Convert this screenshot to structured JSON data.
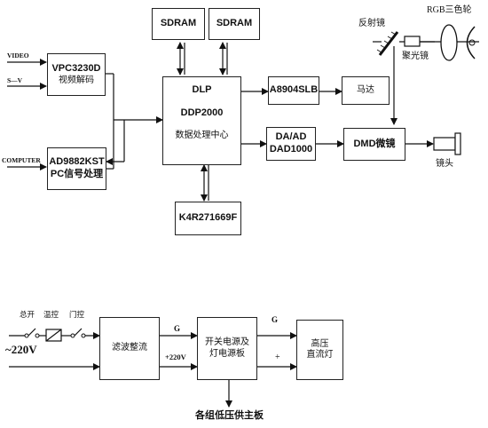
{
  "inputs": {
    "video": "VIDEO",
    "s_video": "S—V",
    "computer": "COMPUTER"
  },
  "blocks": {
    "vpc": {
      "line1": "VPC3230D",
      "line2": "视频解码"
    },
    "ad9882": {
      "line1": "AD9882KST",
      "line2": "PC信号处理"
    },
    "sdram1": "SDRAM",
    "sdram2": "SDRAM",
    "dlp": {
      "line1": "DLP",
      "line2": "DDP2000",
      "line3": "数据处理中心"
    },
    "k4r": "K4R271669F",
    "a8904": "A8904SLB",
    "motor": "马达",
    "daad": {
      "line1": "DA/AD",
      "line2": "DAD1000"
    },
    "dmd": "DMD微镜",
    "filter": "滤波整流",
    "psu": {
      "line1": "开关电源及",
      "line2": "灯电源板"
    },
    "lamp": {
      "line1": "高压",
      "line2": "直流灯"
    }
  },
  "optics": {
    "reflector": "反射镜",
    "color_wheel": "RGB三色轮",
    "condenser": "聚光镜",
    "lens": "镜头"
  },
  "power": {
    "main_switch": "总开",
    "temp_ctrl": "温控",
    "door_ctrl": "门控",
    "mains": "~220V",
    "g_label_1": "G",
    "v220_label": "+220V",
    "g_label_2": "G",
    "plus_label": "+",
    "output": "各组低压供主板"
  }
}
